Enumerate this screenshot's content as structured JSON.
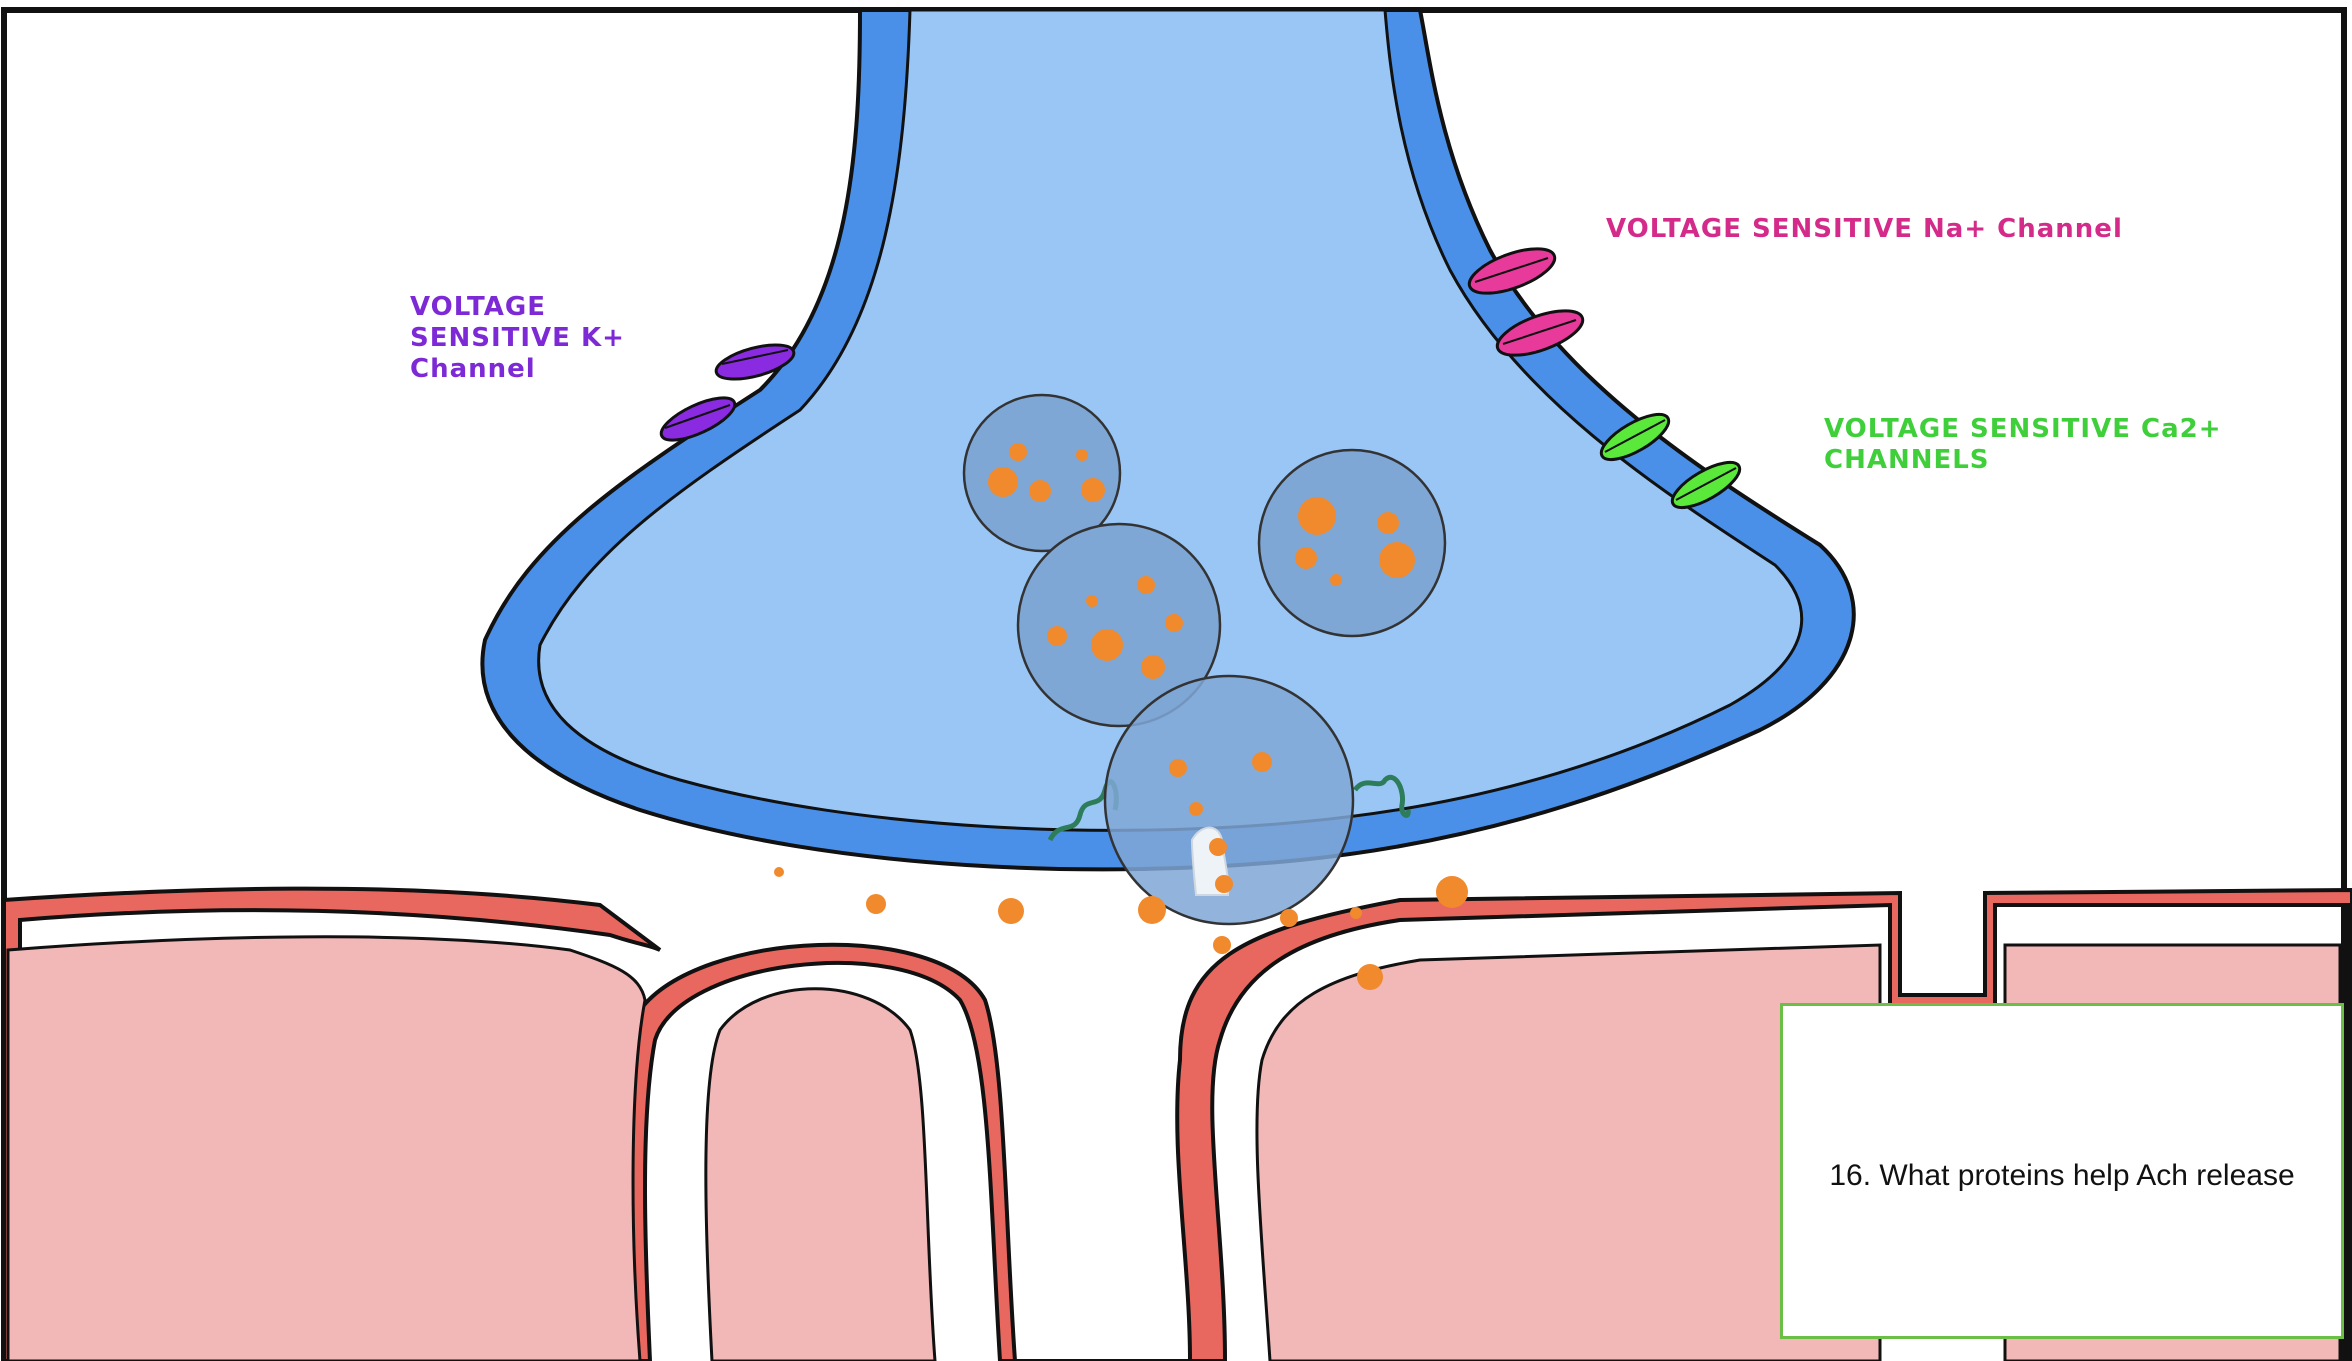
{
  "labels": {
    "k_channel": "VOLTAGE\nSENSITIVE K+\nChannel",
    "na_channel": "VOLTAGE SENSITIVE Na+ Channel",
    "ca_channel": "VOLTAGE SENSITIVE Ca2+\nCHANNELS"
  },
  "question": {
    "text": "16. What proteins help Ach release"
  },
  "colors": {
    "terminal_fill": "#9ac6f5",
    "terminal_membrane": "#4a90e8",
    "muscle_fill": "#f2b8b8",
    "muscle_membrane": "#e8675e",
    "ach": "#f08a2c",
    "k_channel": "#8a2be2",
    "na_channel": "#e83a9a",
    "ca_channel": "#5ae83a",
    "snare": "#2e7d5a"
  }
}
